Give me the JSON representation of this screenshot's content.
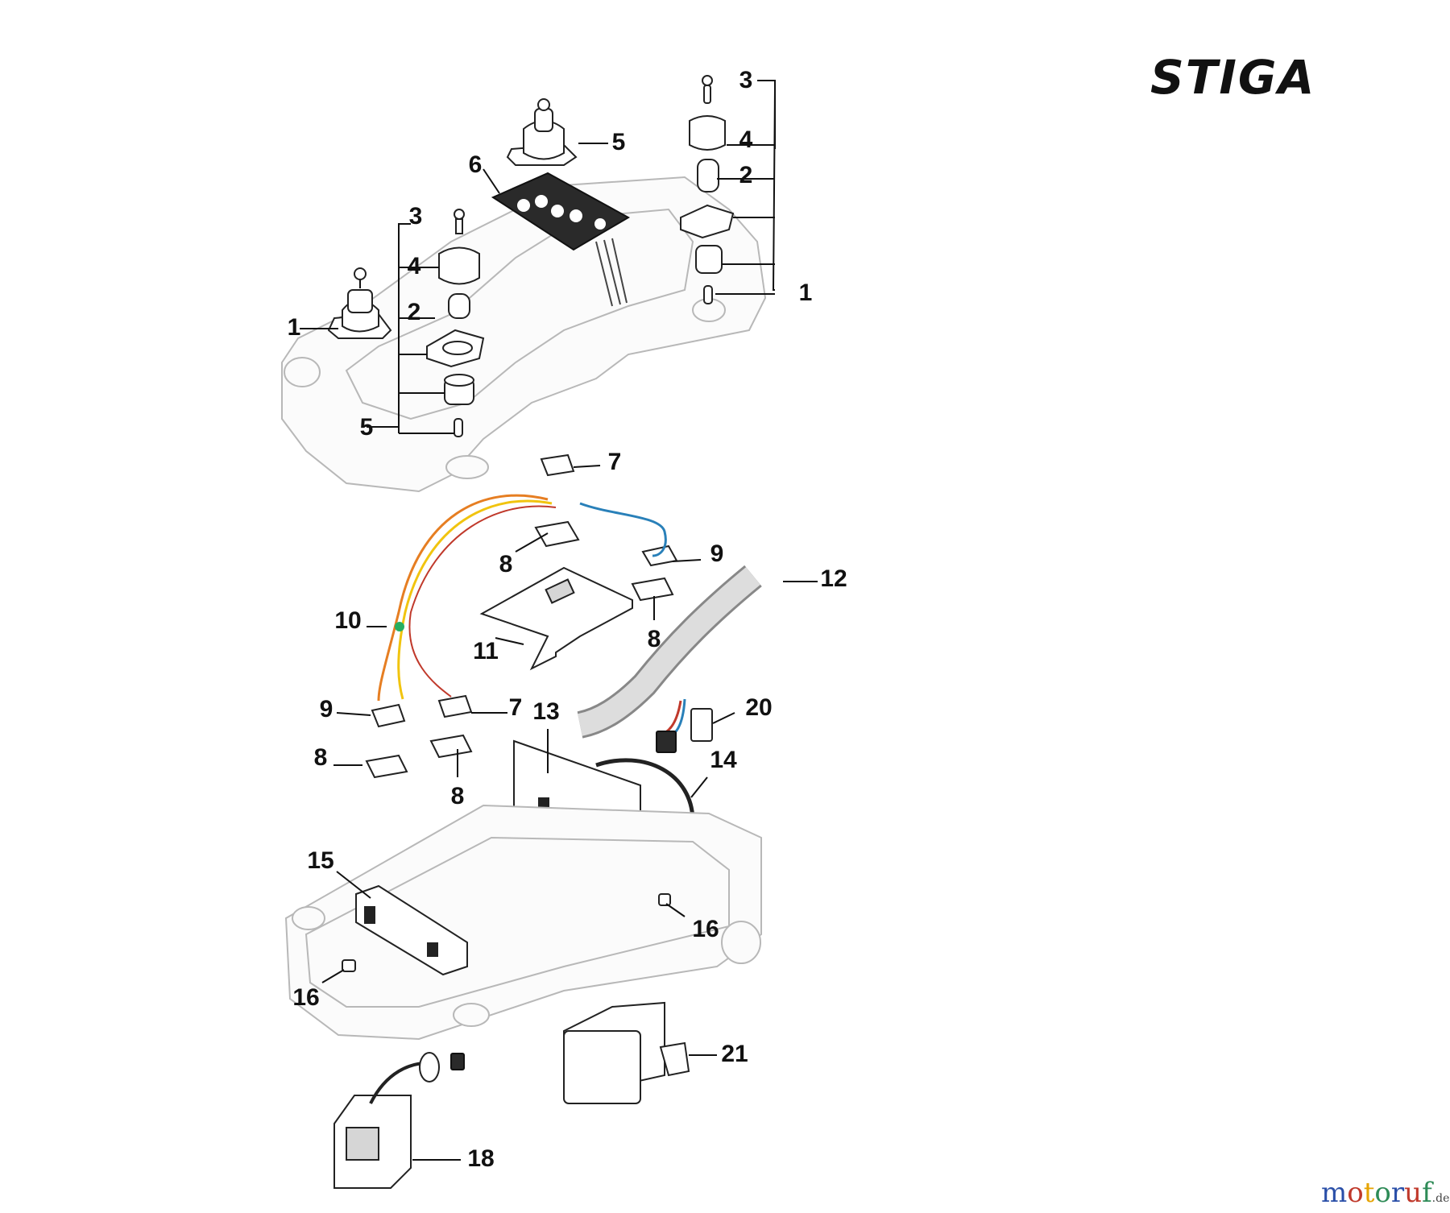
{
  "brand": {
    "logo_text": "STIGA",
    "logo_color": "#111111"
  },
  "watermark": {
    "text": "motoruf",
    "suffix": ".de",
    "colors": [
      "#2a4fa8",
      "#c0392b",
      "#e6a300",
      "#2e8b57",
      "#2a4fa8",
      "#c0392b",
      "#2e8b57"
    ]
  },
  "callouts": [
    {
      "id": "c3a",
      "label": "3"
    },
    {
      "id": "c4a",
      "label": "4"
    },
    {
      "id": "c2a",
      "label": "2"
    },
    {
      "id": "c1a",
      "label": "1"
    },
    {
      "id": "c5a",
      "label": "5"
    },
    {
      "id": "c6",
      "label": "6"
    },
    {
      "id": "c3b",
      "label": "3"
    },
    {
      "id": "c4b",
      "label": "4"
    },
    {
      "id": "c2b",
      "label": "2"
    },
    {
      "id": "c1b",
      "label": "1"
    },
    {
      "id": "c5b",
      "label": "5"
    },
    {
      "id": "c7a",
      "label": "7"
    },
    {
      "id": "c8a",
      "label": "8"
    },
    {
      "id": "c9a",
      "label": "9"
    },
    {
      "id": "c12",
      "label": "12"
    },
    {
      "id": "c8b",
      "label": "8"
    },
    {
      "id": "c10",
      "label": "10"
    },
    {
      "id": "c11",
      "label": "11"
    },
    {
      "id": "c9b",
      "label": "9"
    },
    {
      "id": "c7b",
      "label": "7"
    },
    {
      "id": "c13",
      "label": "13"
    },
    {
      "id": "c20",
      "label": "20"
    },
    {
      "id": "c8c",
      "label": "8"
    },
    {
      "id": "c14",
      "label": "14"
    },
    {
      "id": "c8d",
      "label": "8"
    },
    {
      "id": "c15",
      "label": "15"
    },
    {
      "id": "c16a",
      "label": "16"
    },
    {
      "id": "c16b",
      "label": "16"
    },
    {
      "id": "c21",
      "label": "21"
    },
    {
      "id": "c18",
      "label": "18"
    }
  ]
}
